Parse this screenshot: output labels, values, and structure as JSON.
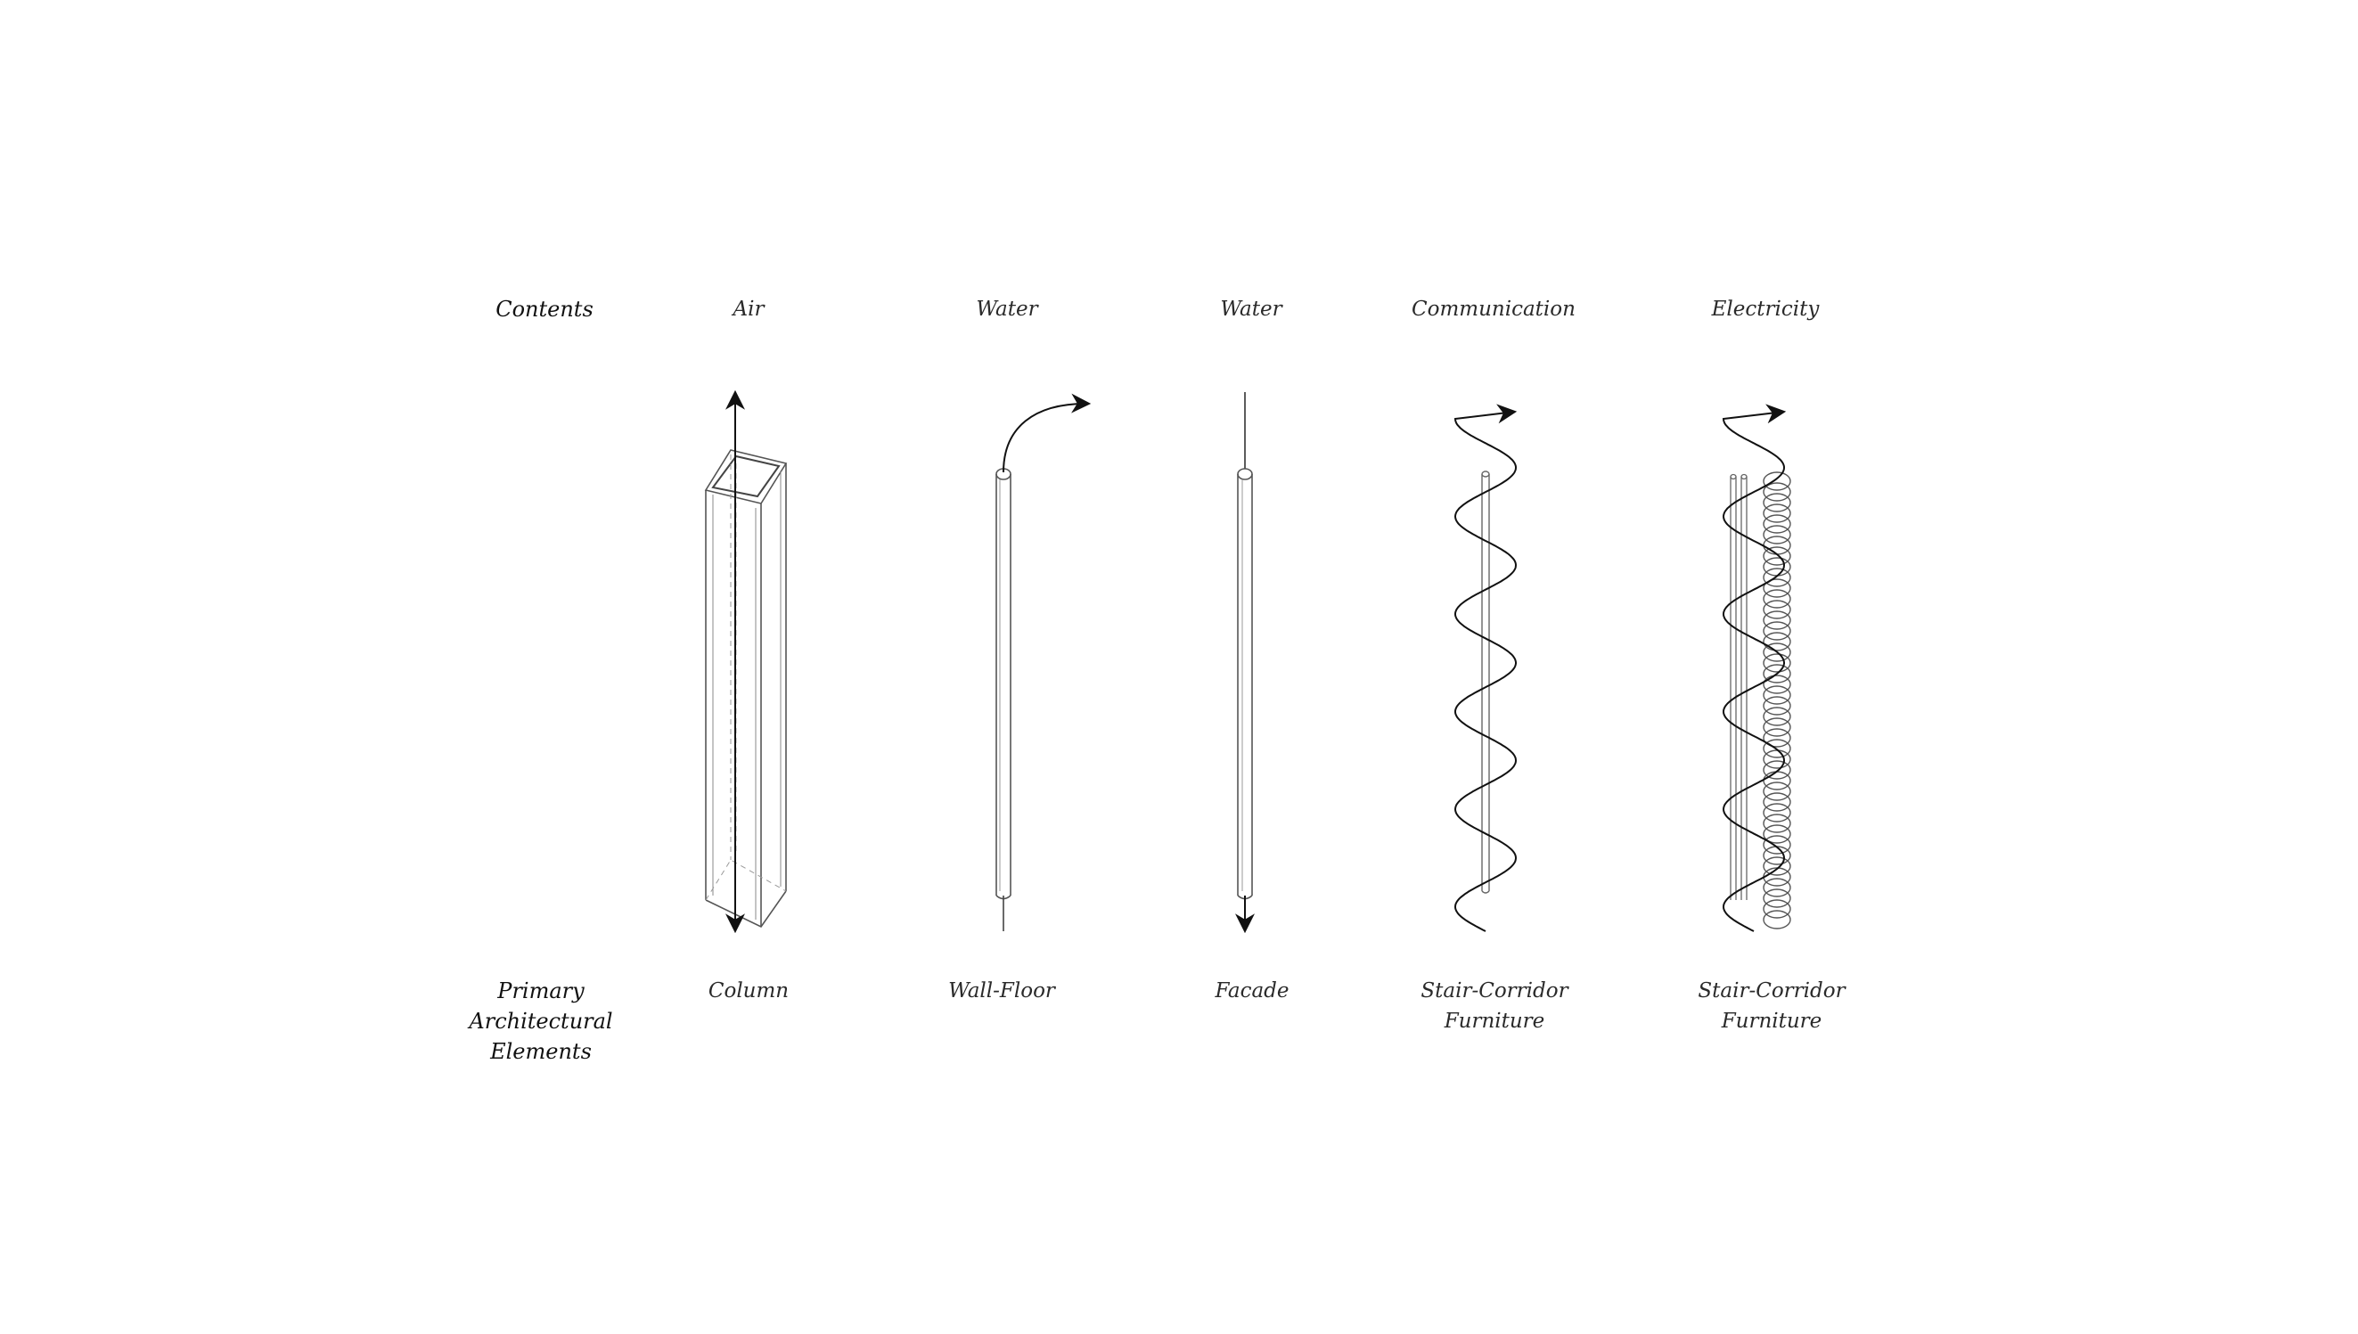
{
  "header_labels": {
    "contents": "Contents",
    "primary": [
      "Primary",
      "Architectural",
      "Elements"
    ]
  },
  "columns": [
    {
      "content": "Air",
      "element": [
        "Column"
      ]
    },
    {
      "content": "Water",
      "element": [
        "Wall-Floor"
      ]
    },
    {
      "content": "Water",
      "element": [
        "Facade"
      ]
    },
    {
      "content": "Communication",
      "element": [
        "Stair-Corridor",
        "Furniture"
      ]
    },
    {
      "content": "Electricity",
      "element": [
        "Stair-Corridor",
        "Furniture"
      ]
    }
  ]
}
